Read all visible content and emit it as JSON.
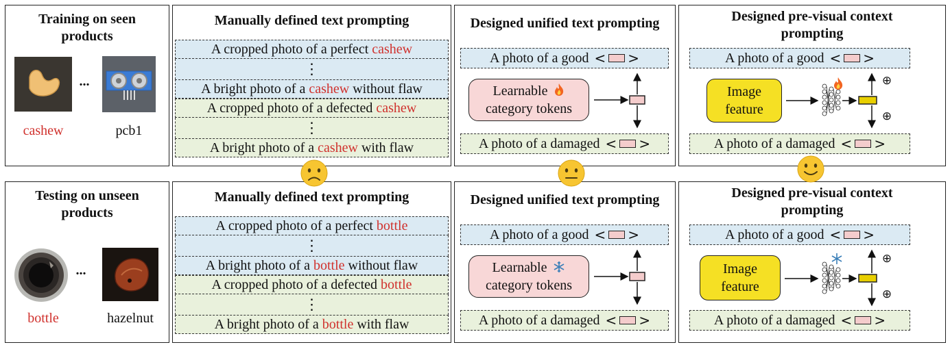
{
  "top": {
    "products_title": "Training on seen products",
    "product_a": "cashew",
    "product_b": "pcb1",
    "ellipsis": "...",
    "manual_title": "Manually defined text prompting",
    "manual_rows": {
      "r1_pre": "A cropped photo of a perfect ",
      "r1_obj": "cashew",
      "r2_pre": "A bright photo of a ",
      "r2_obj": "cashew",
      "r2_post": " without flaw",
      "r3_pre": "A cropped photo of a defected ",
      "r3_obj": "cashew",
      "r4_pre": "A bright photo of a ",
      "r4_obj": "cashew",
      "r4_post": " with flaw"
    },
    "unified_title": "Designed unified text prompting",
    "previsual_title": "Designed pre-visual context prompting",
    "learnable_line1": "Learnable",
    "learnable_line2": "category tokens",
    "token_state": "fire-icon"
  },
  "bottom": {
    "products_title": "Testing on unseen products",
    "product_a": "bottle",
    "product_b": "hazelnut",
    "ellipsis": "...",
    "manual_title": "Manually defined text prompting",
    "manual_rows": {
      "r1_pre": "A cropped photo of a perfect ",
      "r1_obj": "bottle",
      "r2_pre": "A bright photo of a ",
      "r2_obj": "bottle",
      "r2_post": " without flaw",
      "r3_pre": "A cropped photo of a defected ",
      "r3_obj": "bottle",
      "r4_pre": "A bright photo of a ",
      "r4_obj": "bottle",
      "r4_post": " with flaw"
    },
    "unified_title": "Designed unified text prompting",
    "previsual_title": "Designed pre-visual context prompting",
    "learnable_line1": "Learnable",
    "learnable_line2": "category tokens",
    "token_state": "snowflake-icon"
  },
  "shared": {
    "good_prompt": "A photo of a good",
    "damaged_prompt": "A photo of a damaged",
    "image_feature_line1": "Image",
    "image_feature_line2": "feature",
    "plus": "⊕",
    "dots": "⋮"
  },
  "emojis": [
    "sad-face-icon",
    "neutral-face-icon",
    "smiling-face-icon"
  ],
  "colors": {
    "accent_red": "#d0312d",
    "good_row": "#dbeaf3",
    "damaged_row": "#e9f1dc",
    "learnable": "#f8d7d7",
    "image_feature": "#f5e024",
    "emoji": "#f7c531"
  }
}
